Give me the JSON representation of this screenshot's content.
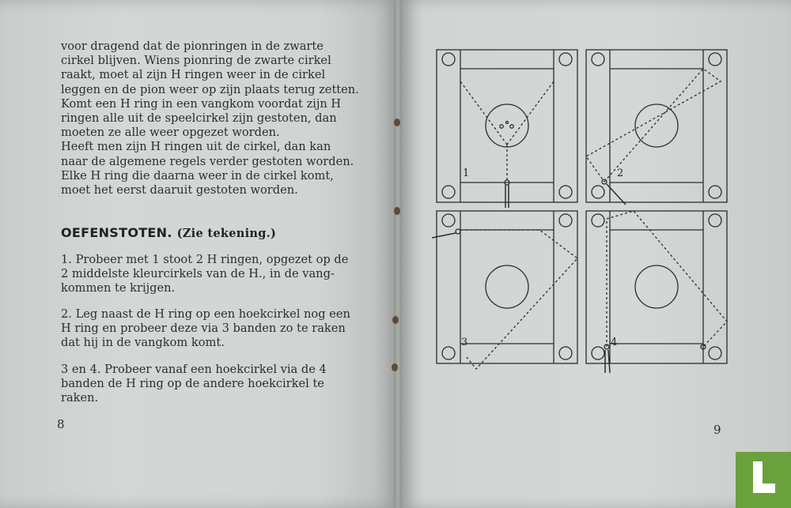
{
  "left_page": {
    "paragraph1": [
      "voor dragend dat de pionringen in de zwarte",
      "cirkel blijven. Wiens pionring de zwarte cirkel",
      "raakt, moet al zijn H ringen weer in de cirkel",
      "leggen en de pion weer op zijn plaats terug zetten.",
      "Komt een H ring in een vangkom voordat zijn H",
      "ringen alle uit de speelcirkel zijn gestoten, dan",
      "moeten ze alle weer opgezet worden.",
      "Heeft men zijn H ringen uit de cirkel, dan kan",
      "naar de algemene regels verder gestoten worden.",
      "Elke H ring die daarna weer in de cirkel komt,",
      "moet het eerst daaruit gestoten worden."
    ],
    "heading": "OEFENSTOTEN.",
    "heading_sub": "(Zie tekening.)",
    "exercise1": [
      "1. Probeer met 1 stoot 2 H ringen, opgezet op de",
      "2 middelste kleurcirkels van de H., in de vang-",
      "kommen te krijgen."
    ],
    "exercise2": [
      "2. Leg naast de H ring op een hoekcirkel nog een",
      "H ring en probeer deze via 3 banden zo te raken",
      "dat hij in de vangkom komt."
    ],
    "exercise3": [
      "3 en 4. Probeer vanaf een hoekcirkel via de 4",
      "banden de H ring op de andere hoekcirkel te",
      "raken."
    ],
    "page_number": "8"
  },
  "right_page": {
    "diagram_labels": [
      "1",
      "2",
      "3",
      "4"
    ],
    "page_number": "9"
  },
  "colors": {
    "ink": "#2b2d2f",
    "paper": "#d2d6d5",
    "logo_green": "#6aa13c"
  }
}
